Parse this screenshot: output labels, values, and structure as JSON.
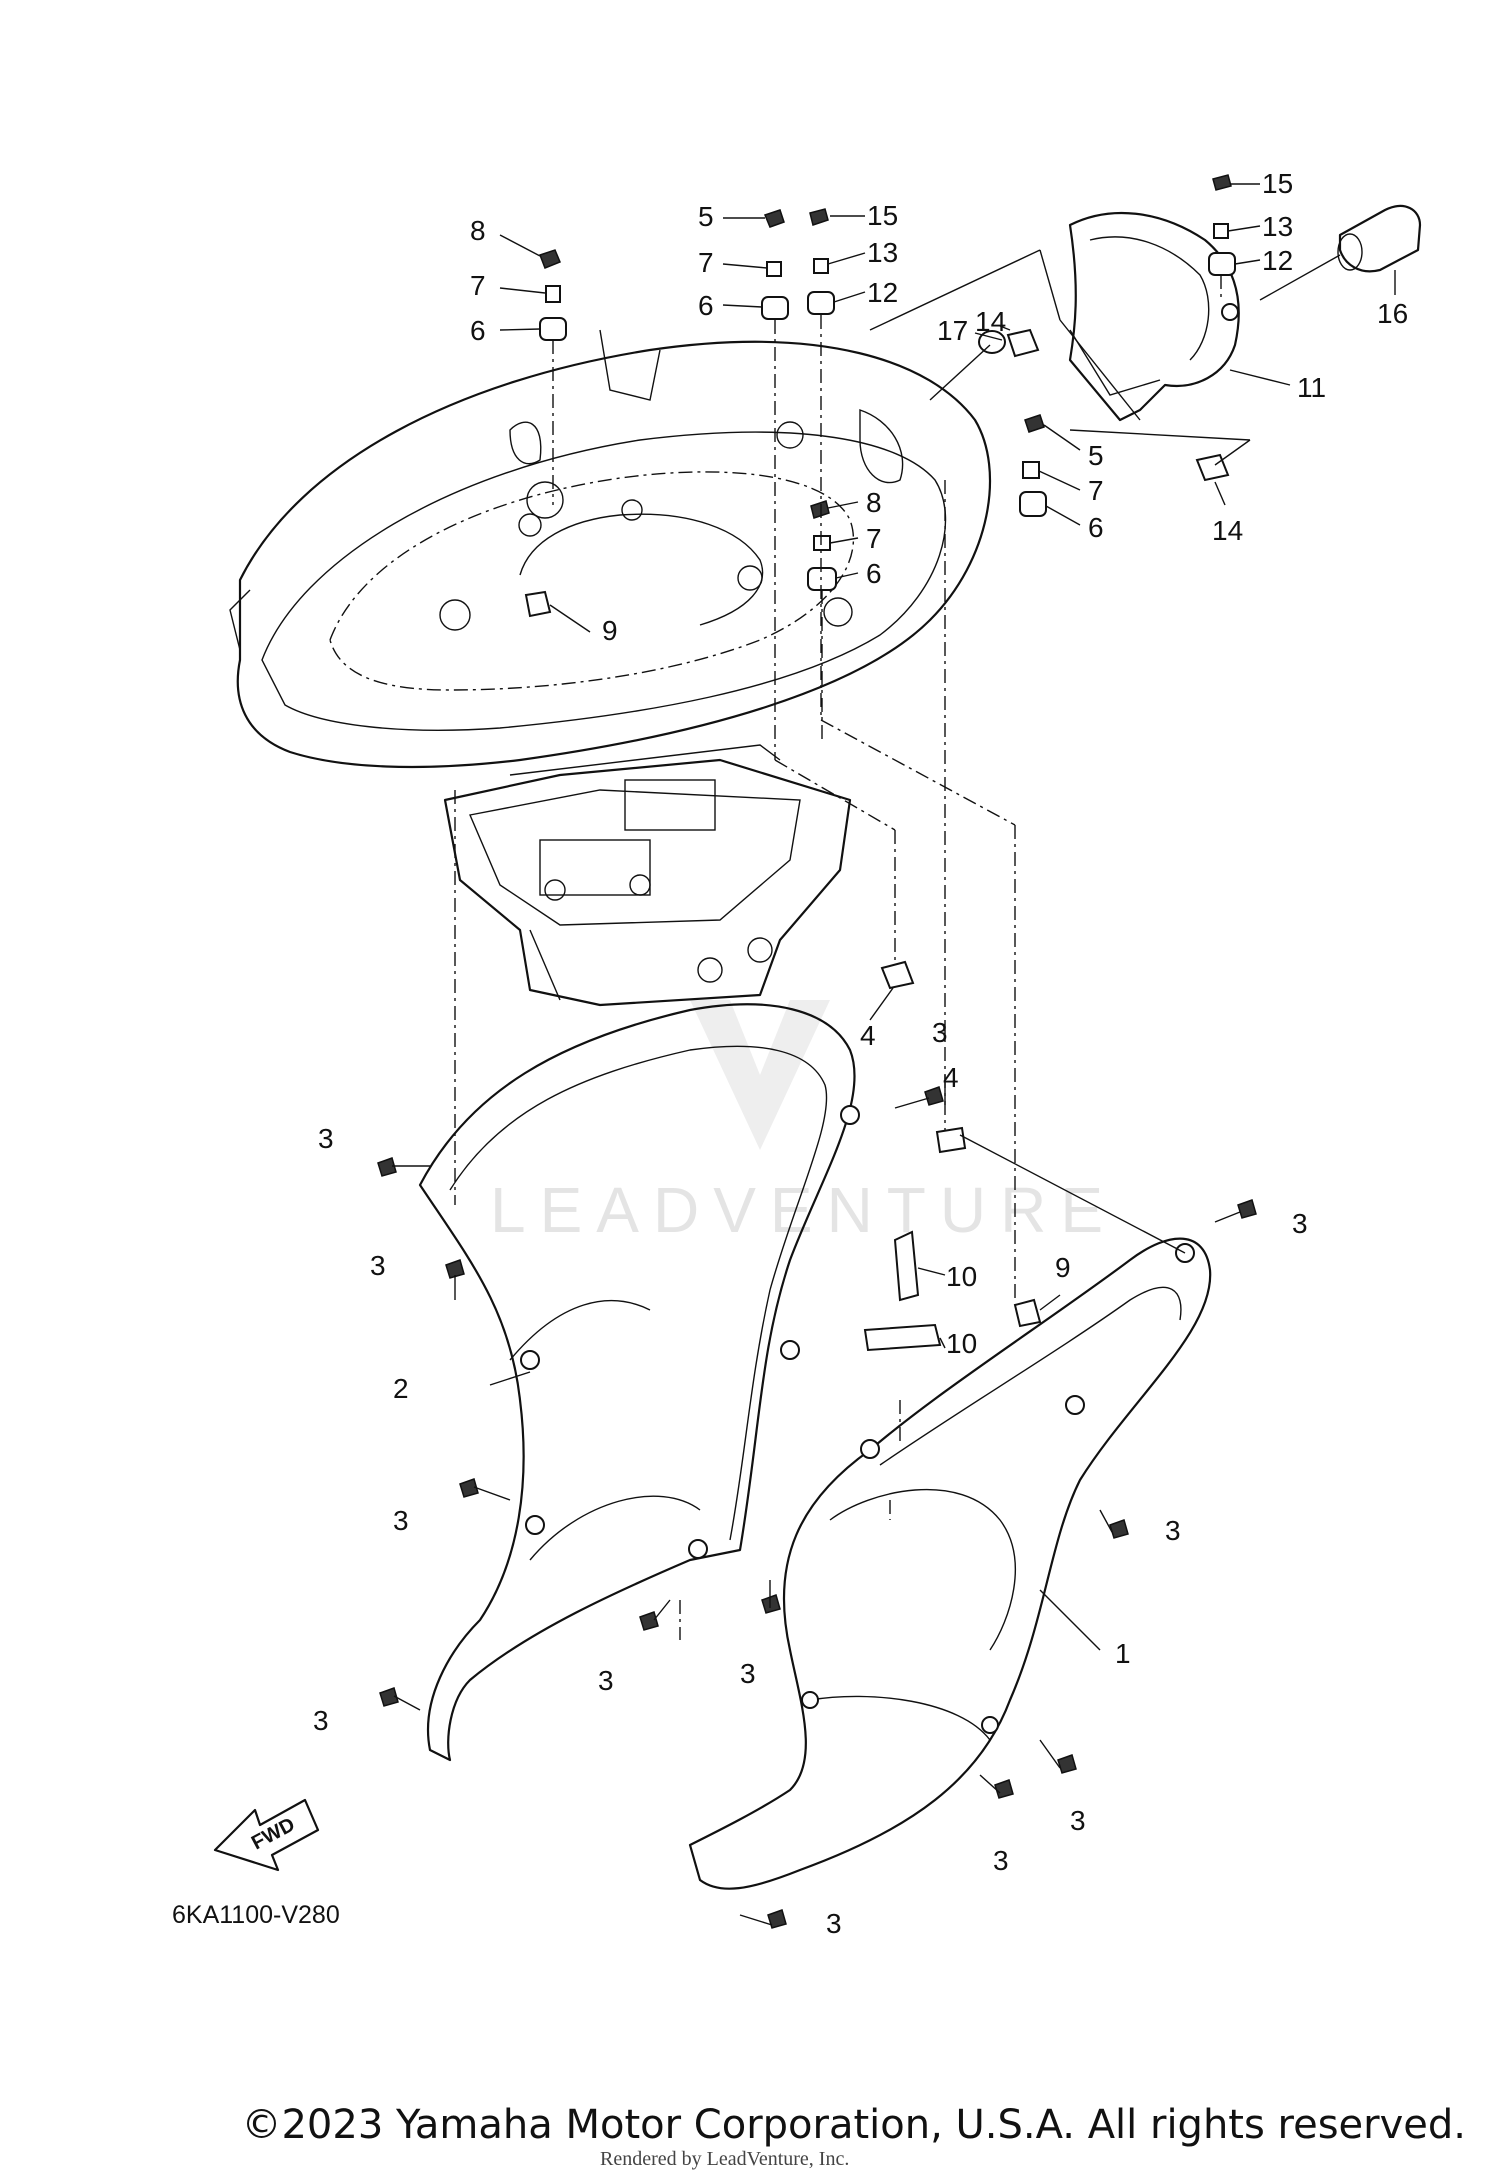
{
  "diagram": {
    "figure_code": "6KA1100-V280",
    "fwd_label": "FWD",
    "watermark": "LEADVENTURE",
    "callouts": {
      "c1": "1",
      "c2": "2",
      "c3": "3",
      "c4": "4",
      "c5": "5",
      "c6": "6",
      "c7": "7",
      "c8": "8",
      "c9": "9",
      "c10": "10",
      "c11": "11",
      "c12": "12",
      "c13": "13",
      "c14": "14",
      "c15": "15",
      "c16": "16",
      "c17": "17"
    }
  },
  "footer": {
    "copyright": "©2023 Yamaha Motor Corporation, U.S.A. All rights reserved.",
    "rendered_by": "Rendered by LeadVenture, Inc."
  }
}
